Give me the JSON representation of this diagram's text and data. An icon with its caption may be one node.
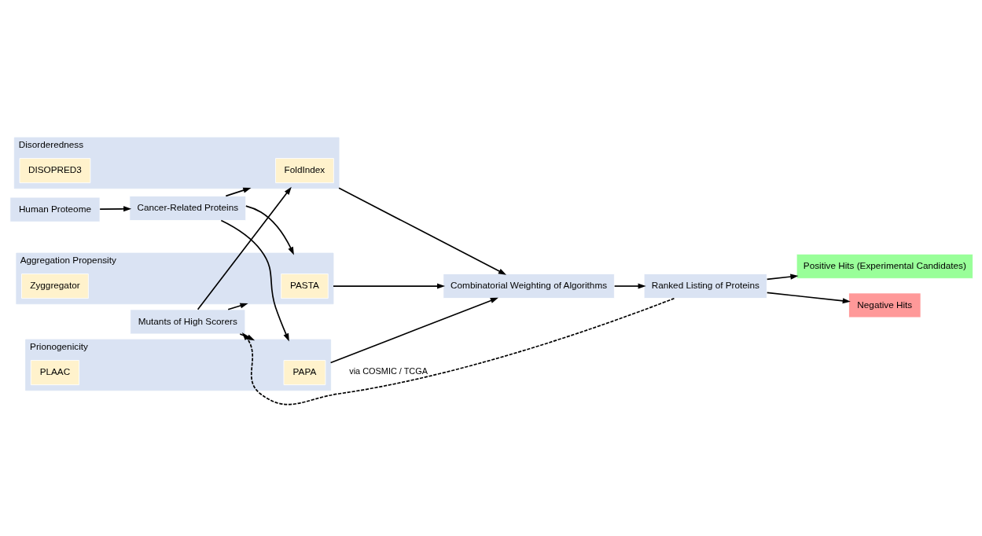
{
  "diagram": {
    "nodes": [
      {
        "text": [
          "Human Proteome"
        ]
      },
      {
        "text": [
          "Cancer-Related Proteins"
        ]
      },
      {
        "text": [
          "Disorderedness"
        ]
      },
      {
        "text": [
          "FoldIndex"
        ],
        "in": 2
      },
      {
        "text": [
          "DISOPRED3"
        ],
        "in": 2
      },
      {
        "text": [
          "Aggregation Propensity"
        ]
      },
      {
        "text": [
          "PASTA"
        ],
        "in": 5
      },
      {
        "text": [
          "Zyggregator"
        ],
        "in": 5
      },
      {
        "text": [
          "Prionogenicity"
        ]
      },
      {
        "text": [
          "PAPA"
        ],
        "in": 8
      },
      {
        "text": [
          "PLAAC"
        ],
        "in": 8
      },
      {
        "text": [
          "Combinatorial Weighting of Algorithms"
        ]
      },
      {
        "text": [
          "Mutants of High Scorers"
        ]
      },
      {
        "text": [
          "Ranked Listing of Proteins"
        ]
      },
      {
        "text": [
          "Positive Hits (Experimental Candidates)"
        ]
      },
      {
        "text": [
          "Negative Hits"
        ]
      }
    ],
    "edges": [
      {
        "from": 0,
        "to": 1,
        "arrow": "to"
      },
      {
        "from": 1,
        "to": 2,
        "arrow": "to"
      },
      {
        "from": 1,
        "to": 5,
        "arrow": "to"
      },
      {
        "from": 1,
        "to": 8,
        "arrow": "to"
      },
      {
        "from": 12,
        "to": 2,
        "arrow": "to"
      },
      {
        "from": 12,
        "to": 5,
        "arrow": "to"
      },
      {
        "from": 12,
        "to": 8,
        "arrow": "to"
      },
      {
        "from": 2,
        "to": 11,
        "arrow": "to"
      },
      {
        "from": 5,
        "to": 11,
        "arrow": "to"
      },
      {
        "from": 8,
        "to": 11,
        "arrow": "to"
      },
      {
        "from": 11,
        "to": 13,
        "arrow": "to"
      },
      {
        "from": 13,
        "to": 12,
        "arrow": "to",
        "style": "dashed",
        "label": "via COSMIC / TCGA"
      },
      {
        "from": 13,
        "to": 14,
        "arrow": "to"
      },
      {
        "from": 13,
        "to": 15,
        "arrow": "to"
      }
    ]
  }
}
